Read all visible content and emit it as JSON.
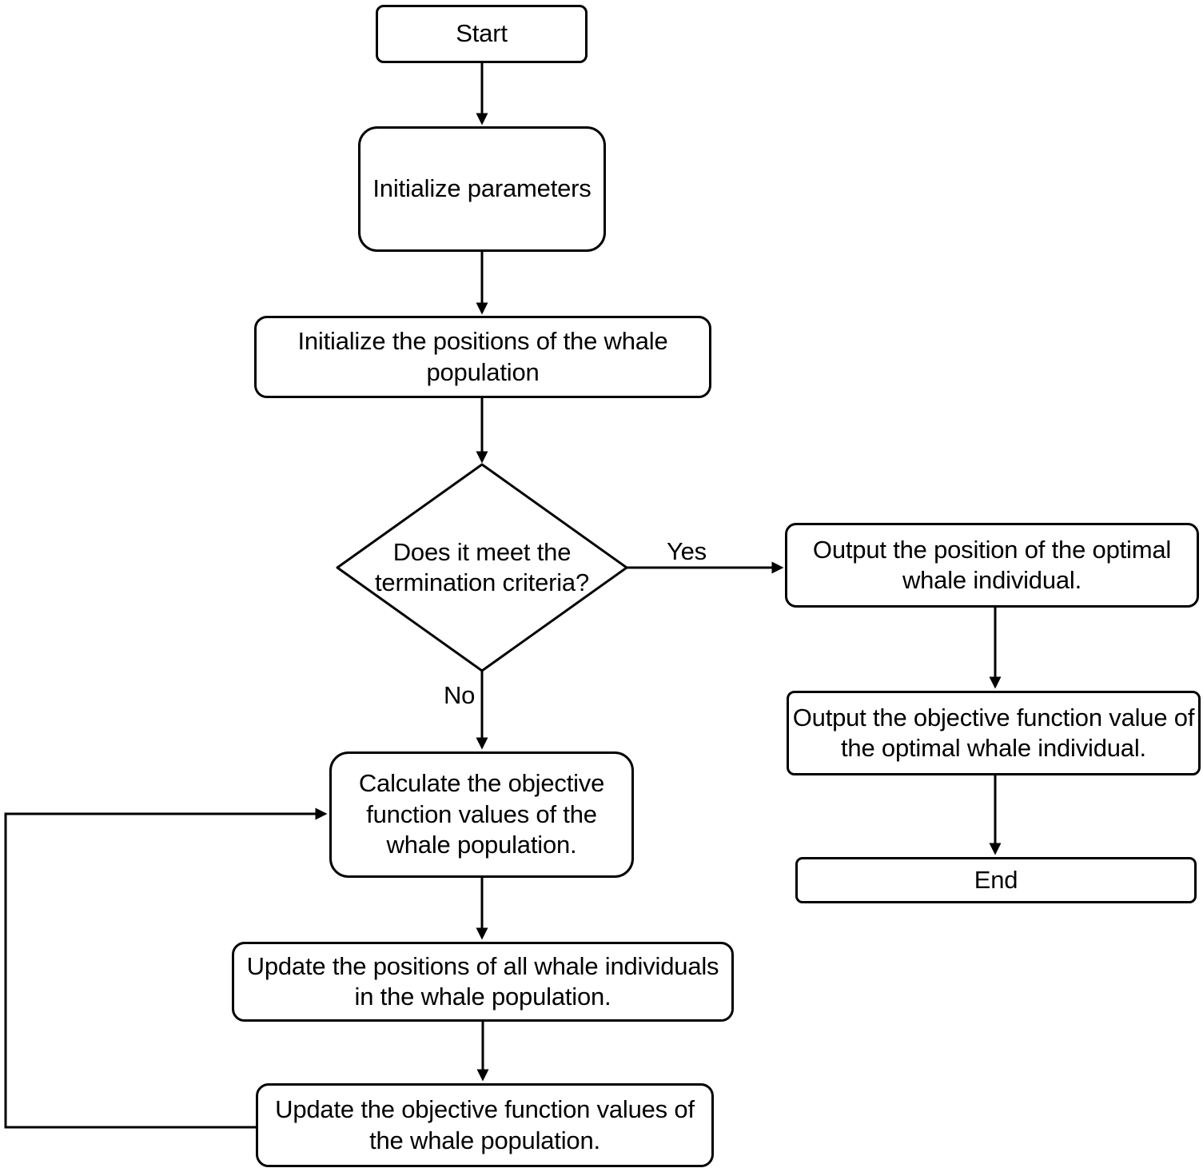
{
  "colors": {
    "stroke": "#000000",
    "fill": "#ffffff",
    "text": "#000000",
    "background": "#ffffff"
  },
  "nodes": {
    "start": {
      "label": "Start"
    },
    "init_params": {
      "label": "Initialize parameters"
    },
    "init_positions": {
      "label": "Initialize the positions of the whale\npopulation"
    },
    "decision": {
      "label": "Does it meet the\ntermination criteria?"
    },
    "output_position": {
      "label": "Output the position of the optimal\nwhale individual."
    },
    "output_objective": {
      "label": "Output the objective function value of\nthe optimal whale individual."
    },
    "end": {
      "label": "End"
    },
    "calculate": {
      "label": "Calculate the objective\nfunction values of the\nwhale population."
    },
    "update_positions": {
      "label": "Update the positions of all whale individuals\nin the whale population."
    },
    "update_objective": {
      "label": "Update the objective function values of\nthe whale population."
    }
  },
  "edges": {
    "yes_label": "Yes",
    "no_label": "No"
  }
}
